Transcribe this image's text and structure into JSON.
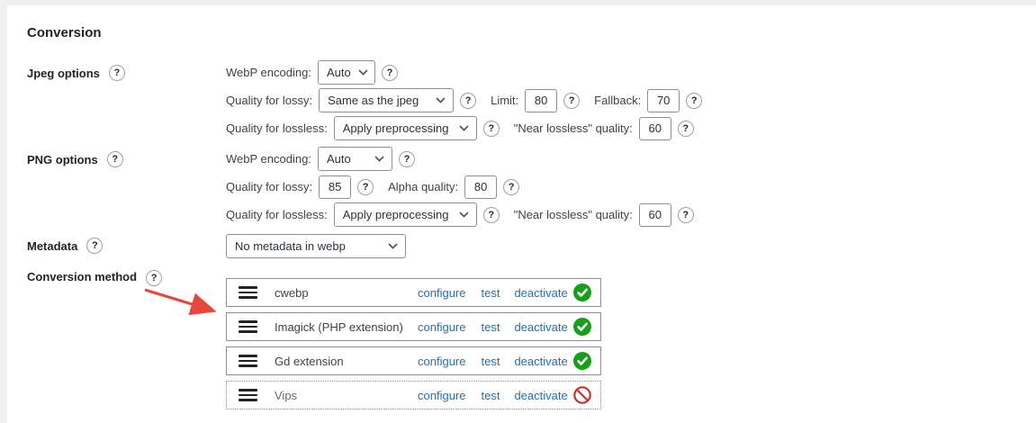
{
  "page": {
    "title": "Conversion"
  },
  "help_glyph": "?",
  "jpeg": {
    "label": "Jpeg options",
    "encoding": {
      "label": "WebP encoding:",
      "value": "Auto"
    },
    "lossy": {
      "label": "Quality for lossy:",
      "value": "Same as the jpeg",
      "limit_label": "Limit:",
      "limit_value": "80",
      "fallback_label": "Fallback:",
      "fallback_value": "70"
    },
    "lossless": {
      "label": "Quality for lossless:",
      "value": "Apply preprocessing",
      "near_label": "\"Near lossless\" quality:",
      "near_value": "60"
    }
  },
  "png": {
    "label": "PNG options",
    "encoding": {
      "label": "WebP encoding:",
      "value": "Auto"
    },
    "lossy": {
      "label": "Quality for lossy:",
      "value": "85",
      "alpha_label": "Alpha quality:",
      "alpha_value": "80"
    },
    "lossless": {
      "label": "Quality for lossless:",
      "value": "Apply preprocessing",
      "near_label": "\"Near lossless\" quality:",
      "near_value": "60"
    }
  },
  "metadata": {
    "label": "Metadata",
    "value": "No metadata in webp"
  },
  "conversion_method": {
    "label": "Conversion method",
    "actions": [
      "configure",
      "test",
      "deactivate"
    ],
    "converters": [
      {
        "name": "cwebp",
        "status": "active"
      },
      {
        "name": "Imagick (PHP extension)",
        "status": "active"
      },
      {
        "name": "Gd extension",
        "status": "active"
      },
      {
        "name": "Vips",
        "status": "deactivated"
      }
    ]
  },
  "colors": {
    "link_blue": "#2271b1",
    "status_green": "#15a115",
    "status_red": "#c9302c",
    "arrow_red": "#e8473b"
  }
}
